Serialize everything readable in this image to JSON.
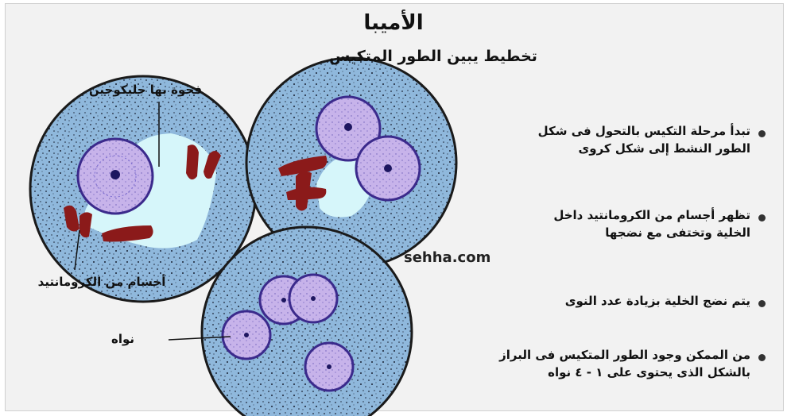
{
  "title": "الأميبا",
  "subtitle": "تخطيط يبين الطور المتكيس",
  "labels": {
    "glycogen_vacuole": "فجوة بها جليكوجين",
    "chromatoid_bodies": "أجسام من الكرومانتيد",
    "nucleus": "نواه"
  },
  "watermark": "sehha.com",
  "bullets": [
    {
      "line1": "تبدأ مرحلة التكيس بالتحول فى شكل",
      "line2": "الطور النشط إلى شكل كروى"
    },
    {
      "line1": "تظهر أجسام من الكرومانتيد داخل",
      "line2": "الخلية وتختفى مع نضجها"
    },
    {
      "line1": "يتم نضج الخلية بزيادة عدد النوى",
      "line2": ""
    },
    {
      "line1": "من الممكن وجود الطور المتكيس فى البراز",
      "line2": "بالشكل الذى يحتوى على ١ - ٤ نواه"
    }
  ],
  "colors": {
    "cyst_fill": "#8fb8dc",
    "cyst_outline": "#1a1a1a",
    "vacuole": "#d6f6fa",
    "nucleus_fill": "#c7b3ea",
    "nucleus_outline": "#3b2a8c",
    "chromatoid": "#8b1a1a"
  }
}
